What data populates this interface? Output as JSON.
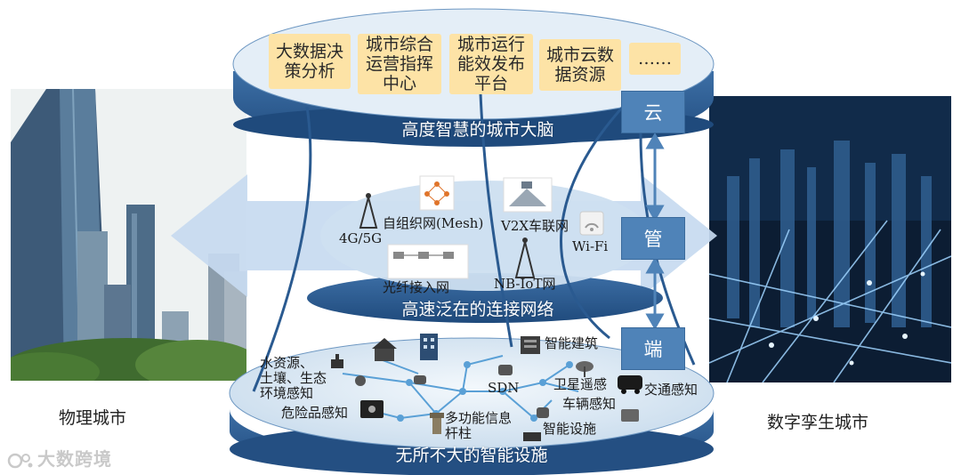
{
  "left_label": "物理城市",
  "right_label": "数字孪生城市",
  "watermark": "大数跨境",
  "top_layer": {
    "title": "高度智慧的城市大脑",
    "apps": [
      "大数据决策分析",
      "城市综合运营指挥中心",
      "城市运行能效发布平台",
      "城市云数据资源",
      "……"
    ]
  },
  "middle_layer": {
    "title": "高速泛在的连接网络",
    "networks": {
      "g45": "4G/5G",
      "mesh": "自组织网(Mesh)",
      "v2x": "V2X车联网",
      "wifi": "Wi-Fi",
      "fiber": "光纤接入网",
      "nbiot": "NB-IoT网"
    }
  },
  "bottom_layer": {
    "title": "无所不大的智能设施",
    "devices": {
      "water": "水资源、\n土壤、生态\n环境感知",
      "hazard": "危险品感知",
      "building": "智能建筑",
      "sdn": "SDN",
      "satellite": "卫星遥感",
      "traffic": "交通感知",
      "vehicle": "车辆感知",
      "pole": "多功能信息\n杆柱",
      "facility": "智能设施"
    }
  },
  "side_boxes": {
    "cloud": "云",
    "pipe": "管",
    "edge": "端"
  },
  "colors": {
    "layer_fill": "#dbe9f5",
    "layer_band": "#2b5c93",
    "app_box": "#fde3a6",
    "side_box": "#4f83b8",
    "arrow": "#c7daf0"
  }
}
